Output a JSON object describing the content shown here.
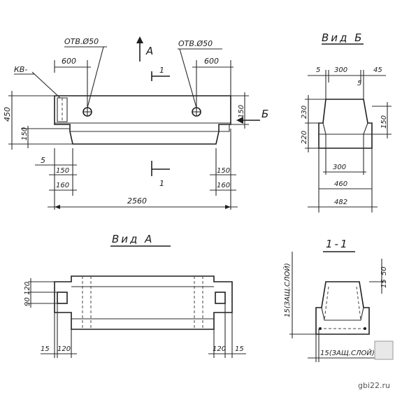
{
  "labels": {
    "hole_left": "ОТВ.Ø50",
    "hole_right": "ОТВ.Ø50",
    "kv": "КВ-",
    "arrow_a": "А",
    "section_top": "1",
    "section_bottom": "1",
    "arrow_b": "Б",
    "view_b_title": "Вид Б",
    "view_a_title": "Вид А",
    "section_title": "1-1",
    "layer_left": "15(ЗАЩ.СЛОЙ)",
    "layer_bottom": "15(ЗАЩ.СЛОЙ)",
    "watermark": "gbi22.ru"
  },
  "dims": {
    "side": {
      "top_left": "600",
      "top_right": "600",
      "height_total": "450",
      "height_lower": "150",
      "right_height": "150",
      "left_offset": "5",
      "left_150": "150",
      "left_160": "160",
      "right_150": "150",
      "right_160": "160",
      "length": "2560"
    },
    "view_b": {
      "top_5": "5",
      "top_300": "300",
      "top_45": "45",
      "top_5b": "5",
      "left_220": "220",
      "left_230": "230",
      "right_150": "150",
      "bot_300": "300",
      "bot_460": "460",
      "bot_482": "482"
    },
    "view_a": {
      "left_90": "90",
      "left_120": "120",
      "bot_15_left": "15",
      "bot_120_left": "120",
      "bot_120_right": "120",
      "bot_15_right": "15"
    },
    "section": {
      "right_50": "50",
      "right_15": "15"
    }
  }
}
